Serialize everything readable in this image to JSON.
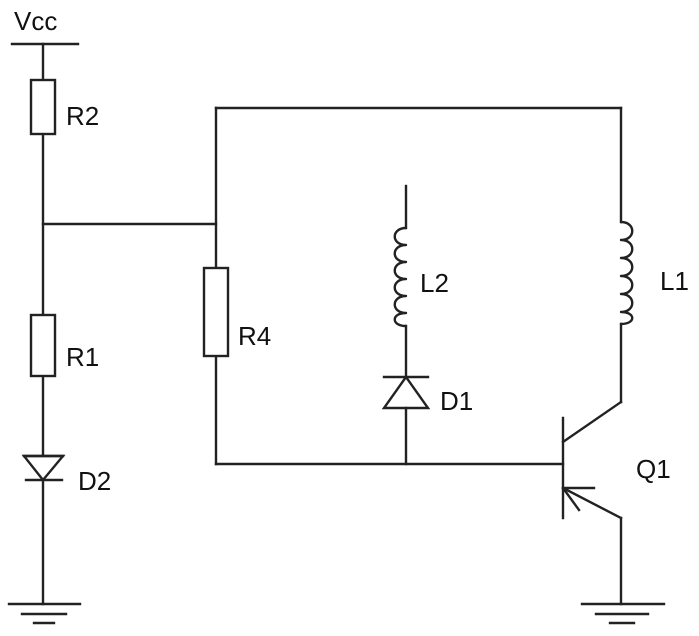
{
  "labels": {
    "vcc": "Vcc",
    "r2": "R2",
    "r1": "R1",
    "r4": "R4",
    "d2": "D2",
    "d1": "D1",
    "l1": "L1",
    "l2": "L2",
    "q1": "Q1"
  }
}
